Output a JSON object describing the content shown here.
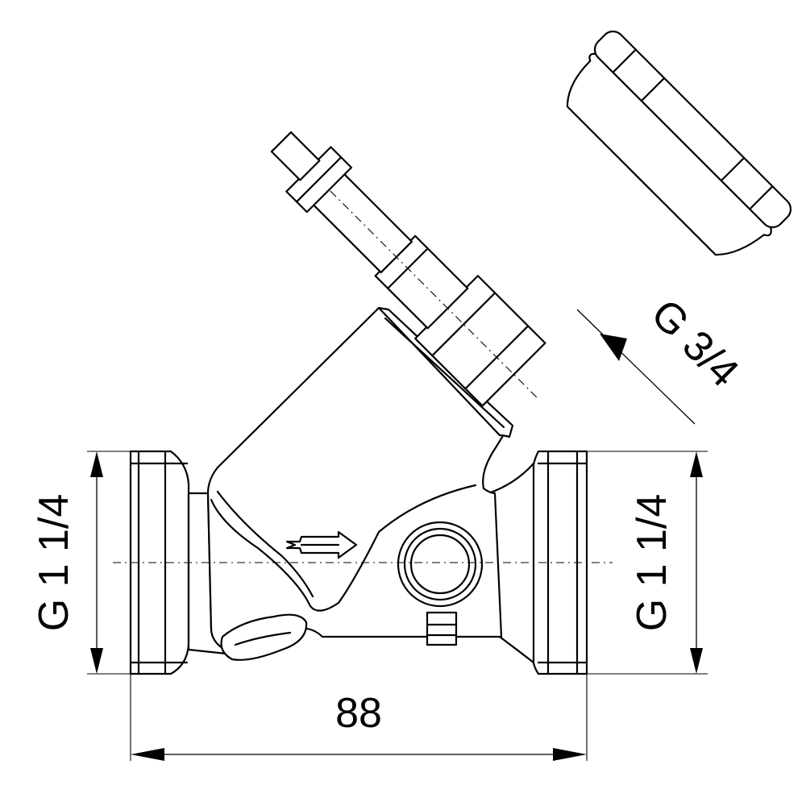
{
  "drawing": {
    "dimensions": {
      "left_thread": "G 1 1/4",
      "right_thread": "G 1 1/4",
      "stem_thread": "G 3/4",
      "overall_length": "88"
    }
  }
}
